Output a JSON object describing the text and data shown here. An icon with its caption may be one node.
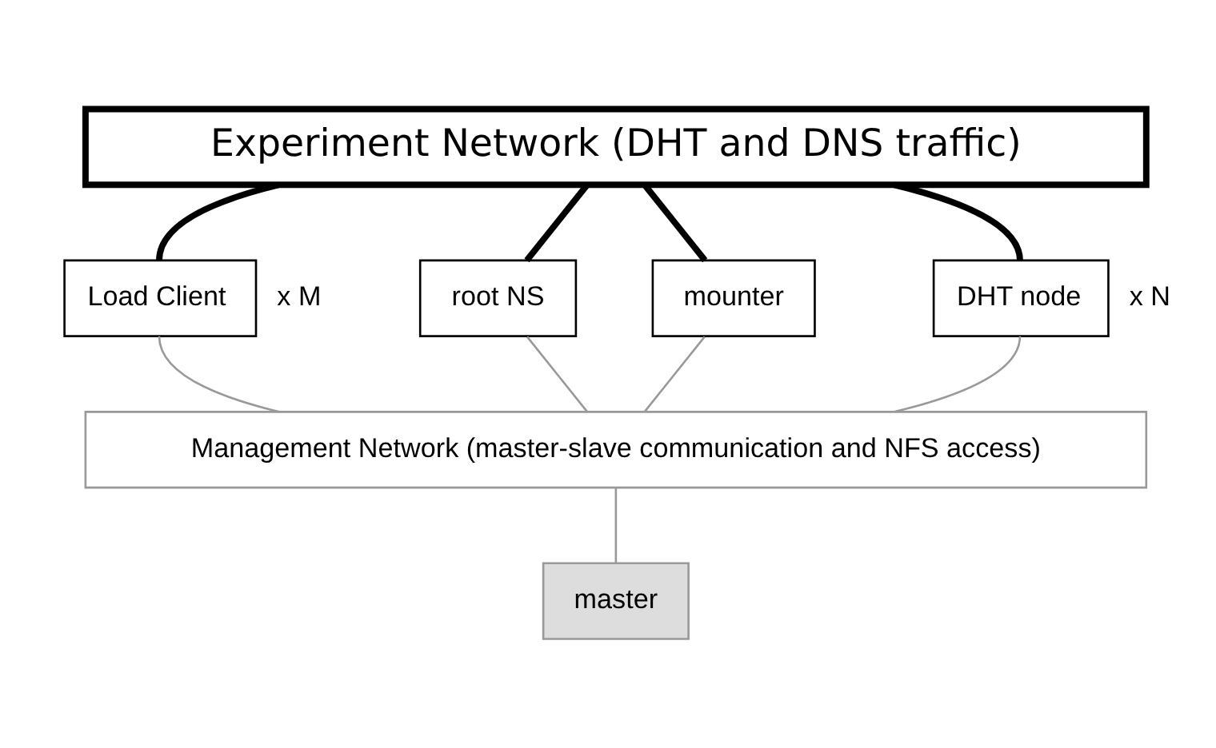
{
  "diagram": {
    "nodes": [
      {
        "text": [
          "Experiment Network (DHT and DNS traffic)"
        ]
      },
      {
        "text": [
          "Load Client"
        ],
        "beside": [
          "x M"
        ]
      },
      {
        "text": [
          "root NS"
        ]
      },
      {
        "text": [
          "mounter"
        ]
      },
      {
        "text": [
          "DHT node"
        ],
        "beside": [
          "x N"
        ]
      },
      {
        "text": [
          "Management Network (master-slave communication and NFS access)"
        ]
      },
      {
        "text": [
          "master"
        ]
      }
    ],
    "edges": [
      {
        "from": 0,
        "to": 1,
        "arrow": "none",
        "style": "thick",
        "color": "#000000"
      },
      {
        "from": 0,
        "to": 2,
        "arrow": "none",
        "style": "thick",
        "color": "#000000"
      },
      {
        "from": 0,
        "to": 3,
        "arrow": "none",
        "style": "thick",
        "color": "#000000"
      },
      {
        "from": 0,
        "to": 4,
        "arrow": "none",
        "style": "thick",
        "color": "#000000"
      },
      {
        "from": 1,
        "to": 5,
        "arrow": "none"
      },
      {
        "from": 2,
        "to": 5,
        "arrow": "none"
      },
      {
        "from": 3,
        "to": 5,
        "arrow": "none"
      },
      {
        "from": 4,
        "to": 5,
        "arrow": "none"
      },
      {
        "from": 5,
        "to": 6,
        "arrow": "none"
      }
    ]
  }
}
